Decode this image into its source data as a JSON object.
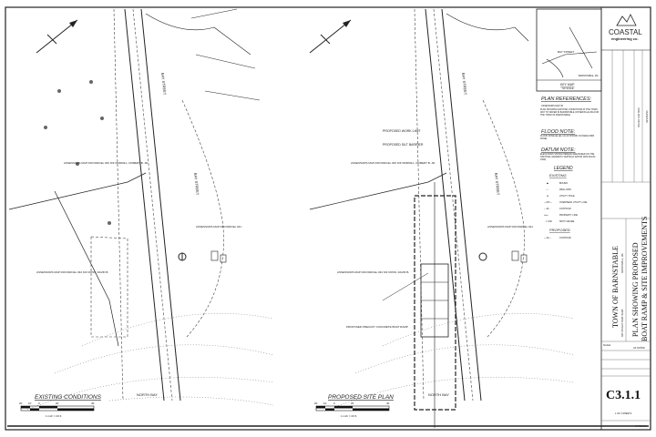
{
  "sheet": {
    "company": "COASTAL",
    "company_sub": "engineering co.",
    "client": "TOWN OF BARNSTABLE",
    "location": "BARNSTABLE, MA",
    "project_line1": "PLAN SHOWING PROPOSED",
    "project_line2": "BOAT RAMP & SITE IMPROVEMENTS",
    "project_sub": "BAY STREET BOAT RAMP",
    "scale_label": "SCALE",
    "scale_value": "AS NOTED",
    "drawing_no": "C3.1.1",
    "sheet_of": "1 OF 3 SHEETS",
    "job_no": "C17905.00",
    "revisions_label": "REVISIONS",
    "issued_label": "ISSUED FOR BIDS"
  },
  "key_map": {
    "title": "KEY MAP",
    "scale": "NO SCALE",
    "town": "BARNSTABLE, MA",
    "street": "BAY STREET"
  },
  "notes": {
    "plan_refs_title": "PLAN REFERENCES:",
    "plan_refs_1": "ASSESSORS MAP 39",
    "plan_refs_2": "PLAN SHOWING EXISTING CONDITIONS AT THE TOWN WAY TO WATER IN BARNSTABLE (OSTERVILLE) MA FOR THE TOWN OF BARNSTABLE",
    "flood_title": "FLOOD NOTE:",
    "flood_text": "FLOOD ZONE AE (EL 13) AS SHOWN ON FEMA FIRM PANEL",
    "datum_title": "DATUM NOTE:",
    "datum_text": "ELEVATIONS SHOWN HEREON ARE BASED ON THE NATIONAL GEODETIC VERTICAL DATUM 1929 (NGVD 1929)"
  },
  "legend": {
    "title": "LEGEND",
    "existing_title": "EXISTING",
    "existing": [
      "BOUND",
      "WELL DRN",
      "UTILITY POLE",
      "OVERHEAD UTILITY LINE",
      "CONTOUR",
      "PROPERTY LINE",
      "SPOT GRADE"
    ],
    "proposed_title": "PROPOSED",
    "proposed": [
      "CONTOUR"
    ]
  },
  "plans": [
    {
      "title": "EXISTING CONDITIONS",
      "scale_text": "1 inch = 20 ft.",
      "scale_ticks": [
        "20",
        "10",
        "0",
        "20",
        "40"
      ],
      "street": "BAY STREET",
      "street2": "BAY STREET",
      "water": "NORTH BAY",
      "parcel_a": "ASSESSORS MAP 039 PARCEL 033 N/F MORRILL, ROBERT B. JR.",
      "parcel_b": "ASSESSORS MAP 039 PARCEL 034 N/F ROSS, DAVID B.",
      "parcel_c": "ASSESSORS MAP 039 PARCEL 041"
    },
    {
      "title": "PROPOSED SITE PLAN",
      "scale_text": "1 inch = 20 ft.",
      "scale_ticks": [
        "20",
        "10",
        "0",
        "20",
        "40"
      ],
      "street": "BAY STREET",
      "street2": "BAY STREET",
      "water": "NORTH BAY",
      "work_limit": "PROPOSED WORK LIMIT",
      "silt_barrier": "PROPOSED SILT BARRIER",
      "ramp": "PROPOSED PRECAST CONCRETE BOAT RAMP",
      "parcel_a": "ASSESSORS MAP 039 PARCEL 033 N/F MORRILL, ROBERT B. JR.",
      "parcel_b": "ASSESSORS MAP 039 PARCEL 034 N/F ROSS, DAVID B.",
      "parcel_c": "ASSESSORS MAP 039 PARCEL 041"
    }
  ]
}
